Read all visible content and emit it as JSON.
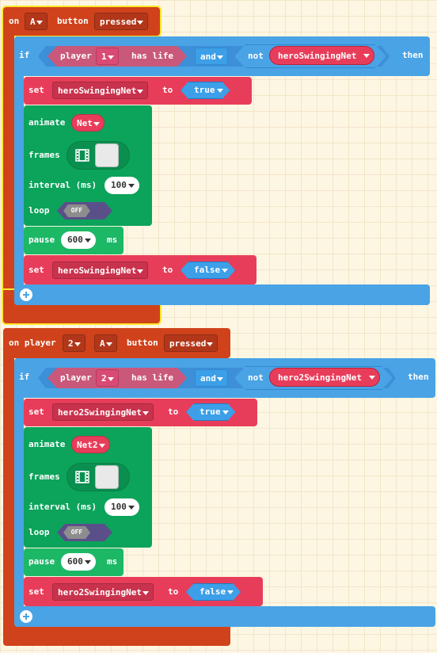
{
  "event1": {
    "on": "on",
    "button": "A",
    "button_word": "button",
    "action": "pressed",
    "if_kw": "if",
    "then_kw": "then",
    "player_kw": "player",
    "player_num": "1",
    "has_life": "has life",
    "and_kw": "and",
    "not_kw": "not",
    "cond_var": "heroSwingingNet",
    "set_kw": "set",
    "set1_var": "heroSwingingNet",
    "to_kw": "to",
    "set1_val": "true",
    "animate_kw": "animate",
    "anim_name": "Net",
    "frames_kw": "frames",
    "interval_kw": "interval (ms)",
    "interval_val": "100",
    "loop_kw": "loop",
    "loop_val": "OFF",
    "pause_kw": "pause",
    "pause_val": "600",
    "ms_kw": "ms",
    "set2_var": "heroSwingingNet",
    "set2_val": "false"
  },
  "event2": {
    "on_player": "on player",
    "player_num": "2",
    "button": "A",
    "button_word": "button",
    "action": "pressed",
    "if_kw": "if",
    "then_kw": "then",
    "player_kw": "player",
    "cond_player_num": "2",
    "has_life": "has life",
    "and_kw": "and",
    "not_kw": "not",
    "cond_var": "hero2SwingingNet",
    "set_kw": "set",
    "set1_var": "hero2SwingingNet",
    "to_kw": "to",
    "set1_val": "true",
    "animate_kw": "animate",
    "anim_name": "Net2",
    "frames_kw": "frames",
    "interval_kw": "interval (ms)",
    "interval_val": "100",
    "loop_kw": "loop",
    "loop_val": "OFF",
    "pause_kw": "pause",
    "pause_val": "600",
    "ms_kw": "ms",
    "set2_var": "hero2SwingingNet",
    "set2_val": "false"
  },
  "icons": {
    "film": "film-icon",
    "add": "plus-circle-icon"
  },
  "colors": {
    "event": "#d0421b",
    "logic": "#4aa3e5",
    "variables": "#e83d5a",
    "animation": "#0ca35b",
    "loops": "#1cb866",
    "selection": "#ffe72c"
  }
}
